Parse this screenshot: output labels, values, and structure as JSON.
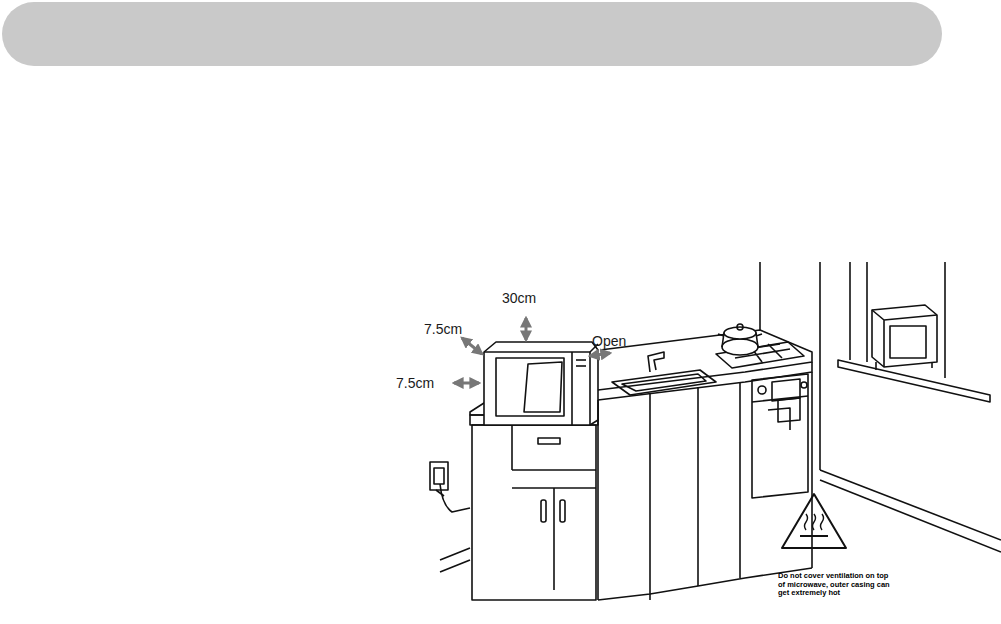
{
  "diagram": {
    "labels": [
      "30cm",
      "7.5cm",
      "7.5cm",
      "Open",
      "Do not cover ventilation on top of microwave, outer casing can get extremely hot"
    ]
  }
}
